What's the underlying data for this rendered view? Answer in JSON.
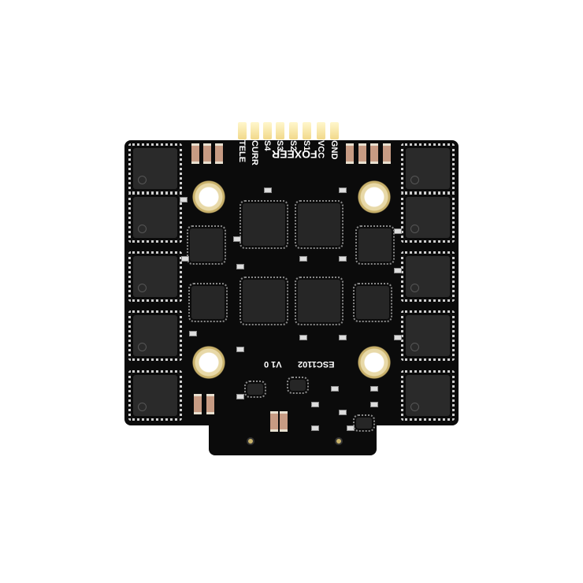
{
  "pad_labels": [
    "TELE",
    "CURR",
    "S4",
    "S3",
    "S2",
    "S1",
    "VCC",
    "GND"
  ],
  "brand": "FOXEER",
  "model": "ESC1102",
  "version": "V1 0",
  "colors": {
    "board": "#0b0b0b",
    "gold": "#f2d98a",
    "capacitor": "#c79b83"
  }
}
